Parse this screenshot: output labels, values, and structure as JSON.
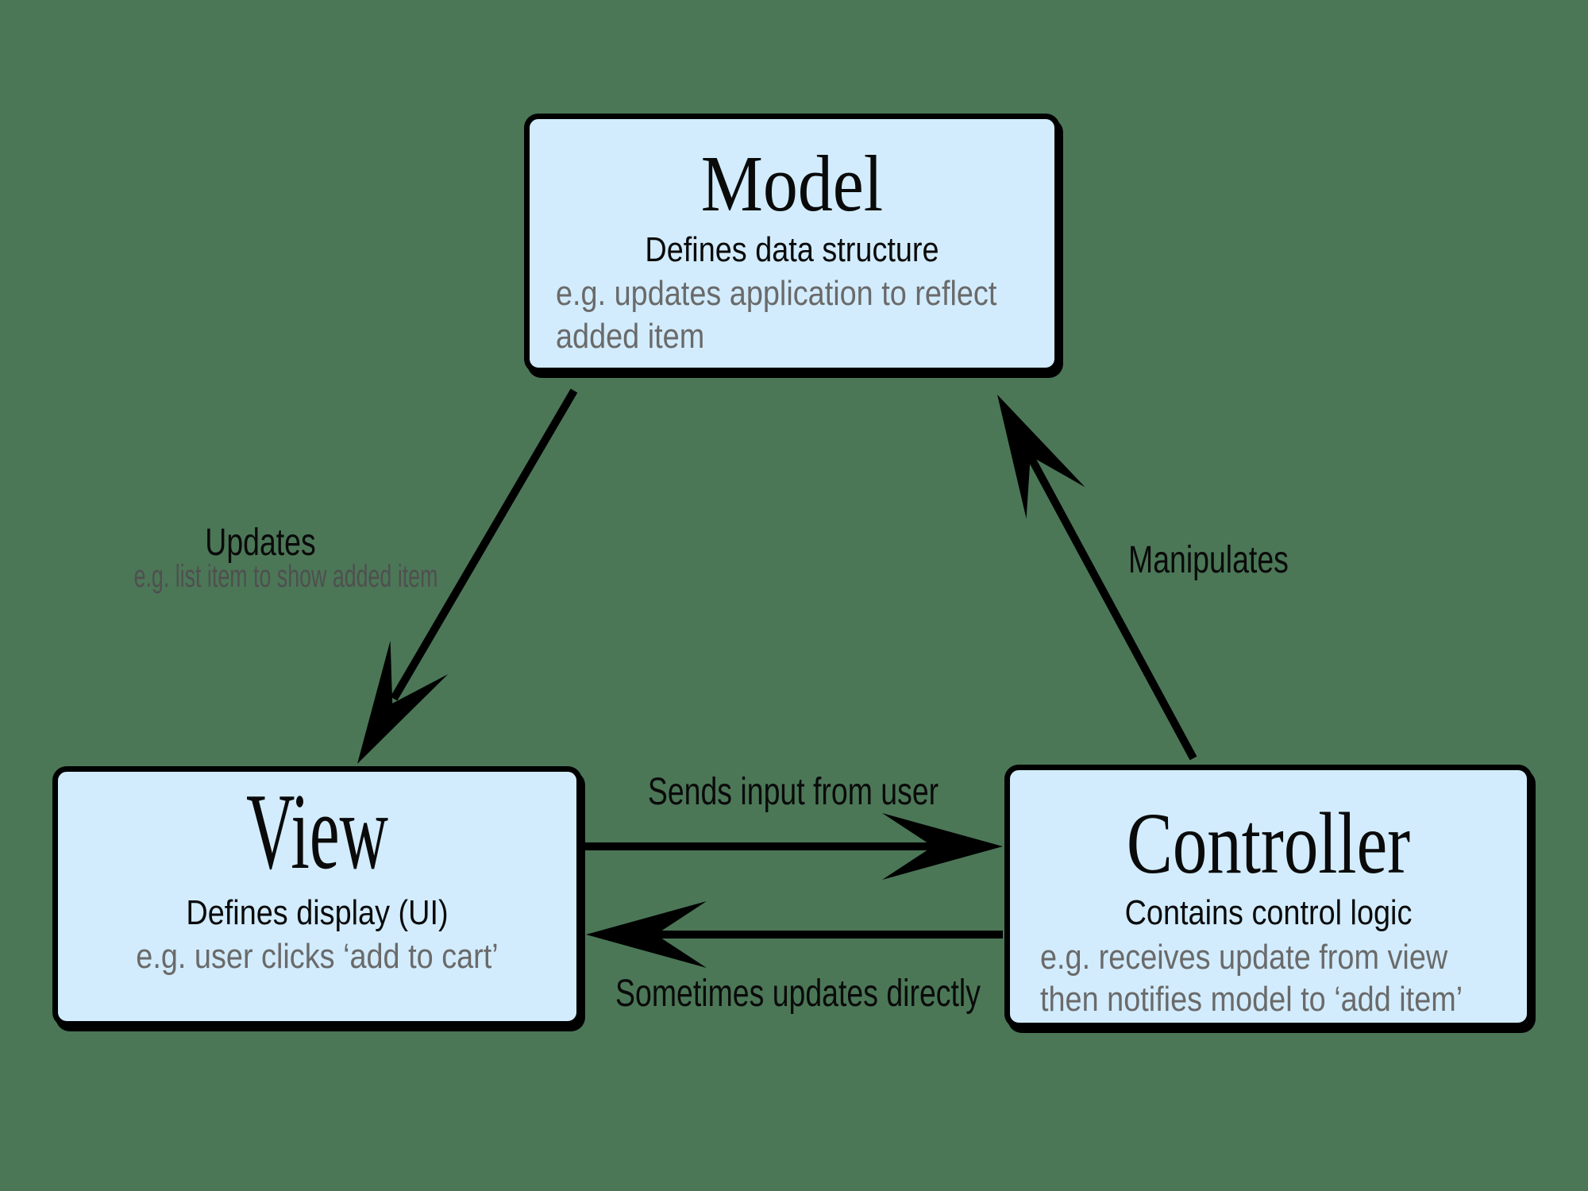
{
  "colors": {
    "background": "#4b7757",
    "box_fill": "#d2ecfd",
    "box_border": "#000000",
    "text_black": "#0a0a0a",
    "text_gray": "#6a6a6a",
    "sublabel_gray": "#4f4f4f"
  },
  "boxes": {
    "model": {
      "title": "Model",
      "subtitle": "Defines data structure",
      "example_line1": "e.g. updates application to reflect",
      "example_line2": "added item"
    },
    "view": {
      "title": "View",
      "subtitle": "Defines display (UI)",
      "example_line1": "e.g. user clicks ‘add to cart’"
    },
    "controller": {
      "title": "Controller",
      "subtitle": "Contains control logic",
      "example_line1": "e.g. receives update from view",
      "example_line2": "then notifies model to ‘add item’"
    }
  },
  "arrows": {
    "model_to_view": {
      "label": "Updates",
      "sublabel": "e.g. list item to show added item"
    },
    "controller_to_model": {
      "label": "Manipulates"
    },
    "view_to_controller": {
      "label": "Sends input from user"
    },
    "controller_to_view": {
      "label": "Sometimes updates directly"
    }
  }
}
